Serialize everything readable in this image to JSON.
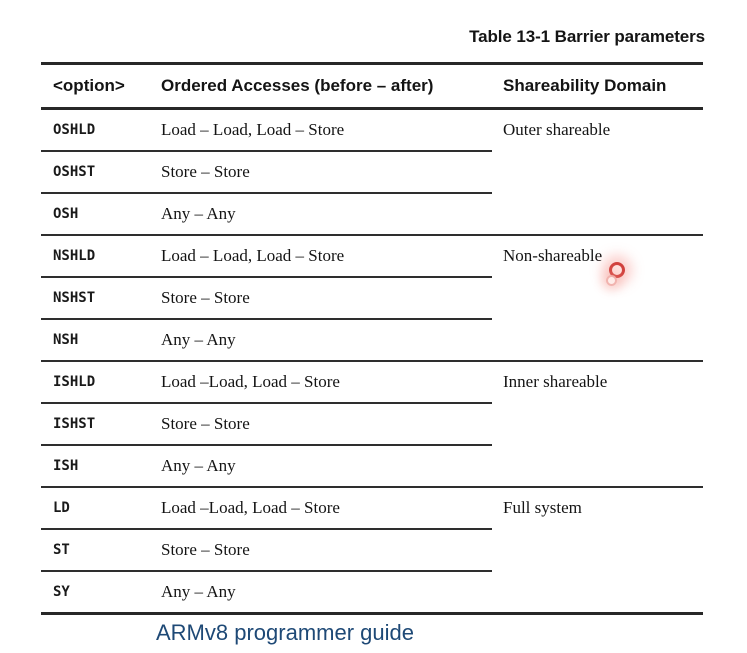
{
  "title": "Table 13-1 Barrier parameters",
  "caption": "ARMv8 programmer guide",
  "colors": {
    "caption": "#1e4976",
    "indicator": "#cb2a26",
    "rule": "#282828"
  },
  "table": {
    "headers": {
      "option": "<option>",
      "ordered": "Ordered Accesses (before – after)",
      "domain": "Shareability Domain"
    },
    "groups": [
      {
        "domain": "Outer shareable",
        "rows": [
          {
            "option": "OSHLD",
            "ordered": "Load – Load, Load – Store"
          },
          {
            "option": "OSHST",
            "ordered": "Store – Store"
          },
          {
            "option": "OSH",
            "ordered": "Any – Any"
          }
        ]
      },
      {
        "domain": "Non-shareable",
        "rows": [
          {
            "option": "NSHLD",
            "ordered": "Load – Load, Load – Store"
          },
          {
            "option": "NSHST",
            "ordered": "Store – Store"
          },
          {
            "option": "NSH",
            "ordered": "Any – Any"
          }
        ]
      },
      {
        "domain": "Inner shareable",
        "rows": [
          {
            "option": "ISHLD",
            "ordered": "Load –Load, Load – Store"
          },
          {
            "option": "ISHST",
            "ordered": "Store – Store"
          },
          {
            "option": "ISH",
            "ordered": "Any – Any"
          }
        ]
      },
      {
        "domain": "Full system",
        "rows": [
          {
            "option": "LD",
            "ordered": "Load –Load, Load – Store"
          },
          {
            "option": "ST",
            "ordered": "Store – Store"
          },
          {
            "option": "SY",
            "ordered": "Any – Any"
          }
        ]
      }
    ]
  }
}
